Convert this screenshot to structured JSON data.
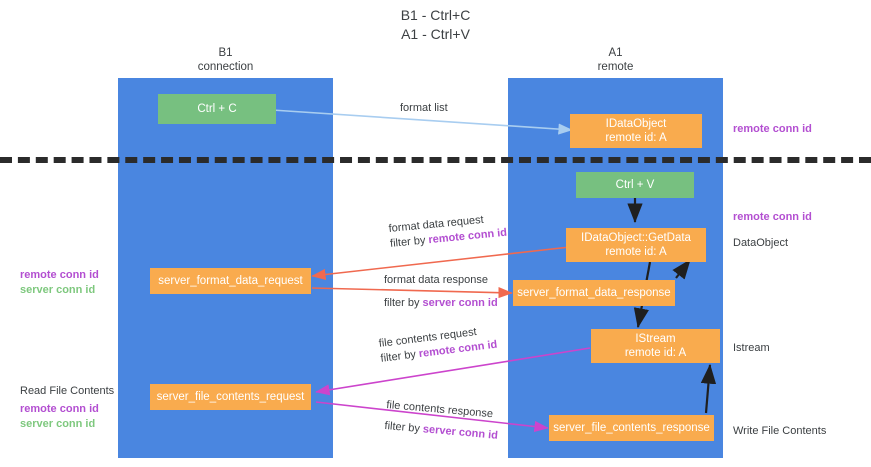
{
  "title": {
    "line1": "B1 - Ctrl+C",
    "line2": "A1 - Ctrl+V"
  },
  "columns": [
    {
      "id": "b1",
      "name": "B1",
      "role": "connection"
    },
    {
      "id": "a1",
      "name": "A1",
      "role": "remote"
    }
  ],
  "nodes": {
    "ctrl_c": {
      "label": "Ctrl + C"
    },
    "idataobject_top": {
      "label": "IDataObject",
      "sub": "remote id: A"
    },
    "ctrl_v": {
      "label": "Ctrl + V"
    },
    "idataobject_getdata": {
      "label": "IDataObject::GetData",
      "sub": "remote id: A"
    },
    "server_format_data_request": {
      "label": "server_format_data_request"
    },
    "server_format_data_response": {
      "label": "server_format_data_response"
    },
    "istream": {
      "label": "IStream",
      "sub": "remote id: A"
    },
    "server_file_contents_request": {
      "label": "server_file_contents_request"
    },
    "server_file_contents_response": {
      "label": "server_file_contents_response"
    }
  },
  "edges": {
    "format_list": {
      "label": "format list"
    },
    "format_data_request": {
      "label": "format data request",
      "filter_prefix": "filter by ",
      "filter_key": "remote conn id"
    },
    "format_data_response": {
      "label": "format data response",
      "filter_prefix": "filter by ",
      "filter_key": "server conn id"
    },
    "file_contents_request": {
      "label": "file contents request",
      "filter_prefix": "filter by ",
      "filter_key": "remote conn id"
    },
    "file_contents_response": {
      "label": "file contents response",
      "filter_prefix": "filter by ",
      "filter_key": "server conn id"
    }
  },
  "annotations": {
    "right_remote_conn_id_top": "remote conn id",
    "right_remote_conn_id_mid": "remote conn id",
    "right_dataobject": "DataObject",
    "right_istream": "Istream",
    "right_write_file_contents": "Write File Contents",
    "left_remote_conn_id_mid": "remote conn id",
    "left_server_conn_id_mid": "server conn id",
    "left_read_file_contents": "Read File Contents",
    "left_remote_conn_id_bottom": "remote conn id",
    "left_server_conn_id_bottom": "server conn id"
  },
  "colors": {
    "lane": "#4a86e0",
    "node_green": "#77c080",
    "node_orange": "#f9ab4e",
    "purple": "#b34fd1",
    "green_text": "#7ec87e",
    "arrow_blue": "#a8cdf0",
    "arrow_red": "#f0694f",
    "arrow_magenta": "#cc44cc",
    "arrow_dark": "#1f1f1f",
    "divider": "#2b2b2b"
  }
}
